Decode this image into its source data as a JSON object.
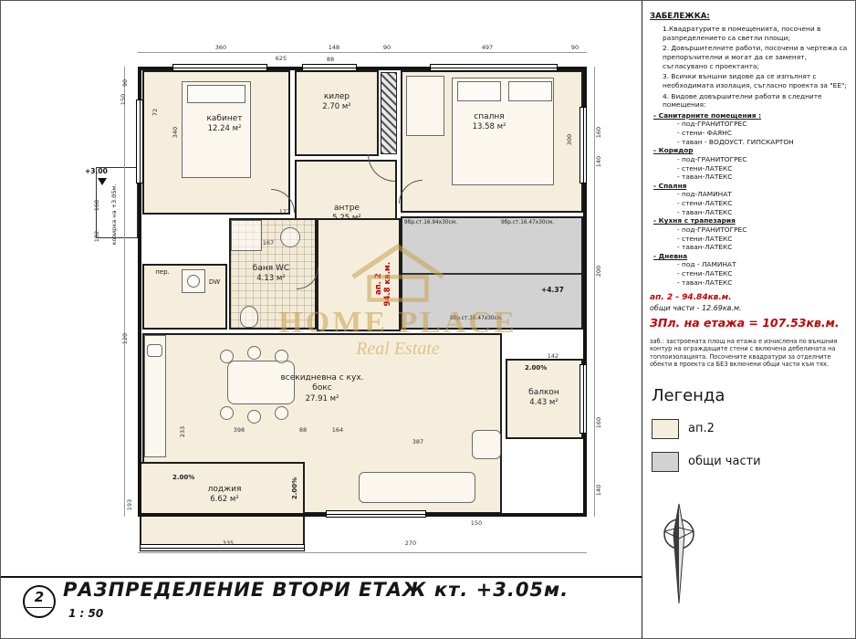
{
  "sheet": {
    "watermark": {
      "line1": "HOME PLACE",
      "line2": "Real Estate"
    },
    "title_block": {
      "number": "2",
      "title": "РАЗПРЕДЕЛЕНИЕ ВТОРИ ЕТАЖ кт. +3.05м.",
      "scale": "1 : 50"
    }
  },
  "plan": {
    "rooms": [
      {
        "name": "кабинет",
        "area": "12.24 м²"
      },
      {
        "name": "килер",
        "area": "2.70 м²"
      },
      {
        "name": "спалня",
        "area": "13.58 м²"
      },
      {
        "name": "антре",
        "area": "5.25 м²"
      },
      {
        "name": "баня WC",
        "area": "4.13 м²"
      },
      {
        "name": "всекидневна с кух. бокс",
        "area": "27.91 м²"
      },
      {
        "name": "балкон",
        "area": "4.43 м²"
      },
      {
        "name": "лоджия",
        "area": "6.62 м²"
      },
      {
        "name": "пер.",
        "area": ""
      }
    ],
    "labels": {
      "dw": "DW",
      "slope": "2.00%",
      "level_left": "+3.00",
      "canopy": "козирка на +3.05м.",
      "stair_level": "+4.37",
      "unit_tag": "ап. 2",
      "unit_tag_area": "94.8 кв.м."
    },
    "stairs": {
      "flight1": "9бр.ст.16.94х30см.",
      "flight2": "9бр.ст.16.47х30см.",
      "flight3": "8бр.ст.16.47х30см."
    },
    "dims": [
      "90",
      "150",
      "360",
      "148",
      "90",
      "497",
      "90",
      "72",
      "340",
      "88",
      "300",
      "160",
      "140",
      "200",
      "142",
      "160",
      "140",
      "177",
      "167",
      "168",
      "102",
      "120",
      "398",
      "88",
      "164",
      "387",
      "335",
      "270",
      "150",
      "193",
      "233",
      "625"
    ]
  },
  "panel": {
    "notes_heading": "ЗАБЕЛЕЖКА:",
    "notes": [
      "1.Квадратурите в помещенията, посочени в разпределението са светли площи;",
      "2. Довършителните работи, посочени в чертежа са препоръчителни и могат да се заменят, съгласувано с проектанта;",
      "3. Всички външни зидове да се изпълнят с необходимата изолация, съгласно проекта за \"ЕЕ\";",
      "4. Видове довършителни работи в следните помещения:"
    ],
    "finishes": [
      {
        "room": "- Санитарните помещения :",
        "specs": [
          "- под-ГРАНИТОГРЕС",
          "- стени- ФАЯНС",
          "- таван - ВОДОУСТ. ГИПСКАРТОН"
        ]
      },
      {
        "room": "- Коридор",
        "specs": [
          "- под-ГРАНИТОГРЕС",
          "- стени-ЛАТЕКС",
          "- таван-ЛАТЕКС"
        ]
      },
      {
        "room": "- Спалня",
        "specs": [
          "- под-ЛАМИНАТ",
          "- стени-ЛАТЕКС",
          "- таван-ЛАТЕКС"
        ]
      },
      {
        "room": "- Кухня с трапезария",
        "specs": [
          "- под-ГРАНИТОГРЕС",
          "- стени-ЛАТЕКС",
          "- таван-ЛАТЕКС"
        ]
      },
      {
        "room": "- Дневна",
        "specs": [
          "- под - ЛАМИНАТ",
          "- стени-ЛАТЕКС",
          "- таван-ЛАТЕКС"
        ]
      }
    ],
    "areas": {
      "unit": "ап. 2 - 94.84кв.м.",
      "common": "общи части - 12.69кв.м.",
      "total": "ЗПл. на етажа = 107.53кв.м."
    },
    "disclaimer": "заб.: застроената площ на етажа е изчислена по външния контур на ограждащите стени с включена дебелината на топлоизолацията. Посочените квадратури за отделните обекти в проекта са БЕЗ включени общи части към тях.",
    "legend": {
      "title": "Легенда",
      "items": [
        {
          "label": "ап.2",
          "color": "#f6eedd"
        },
        {
          "label": "общи части",
          "color": "#d2d2d2"
        }
      ]
    }
  }
}
